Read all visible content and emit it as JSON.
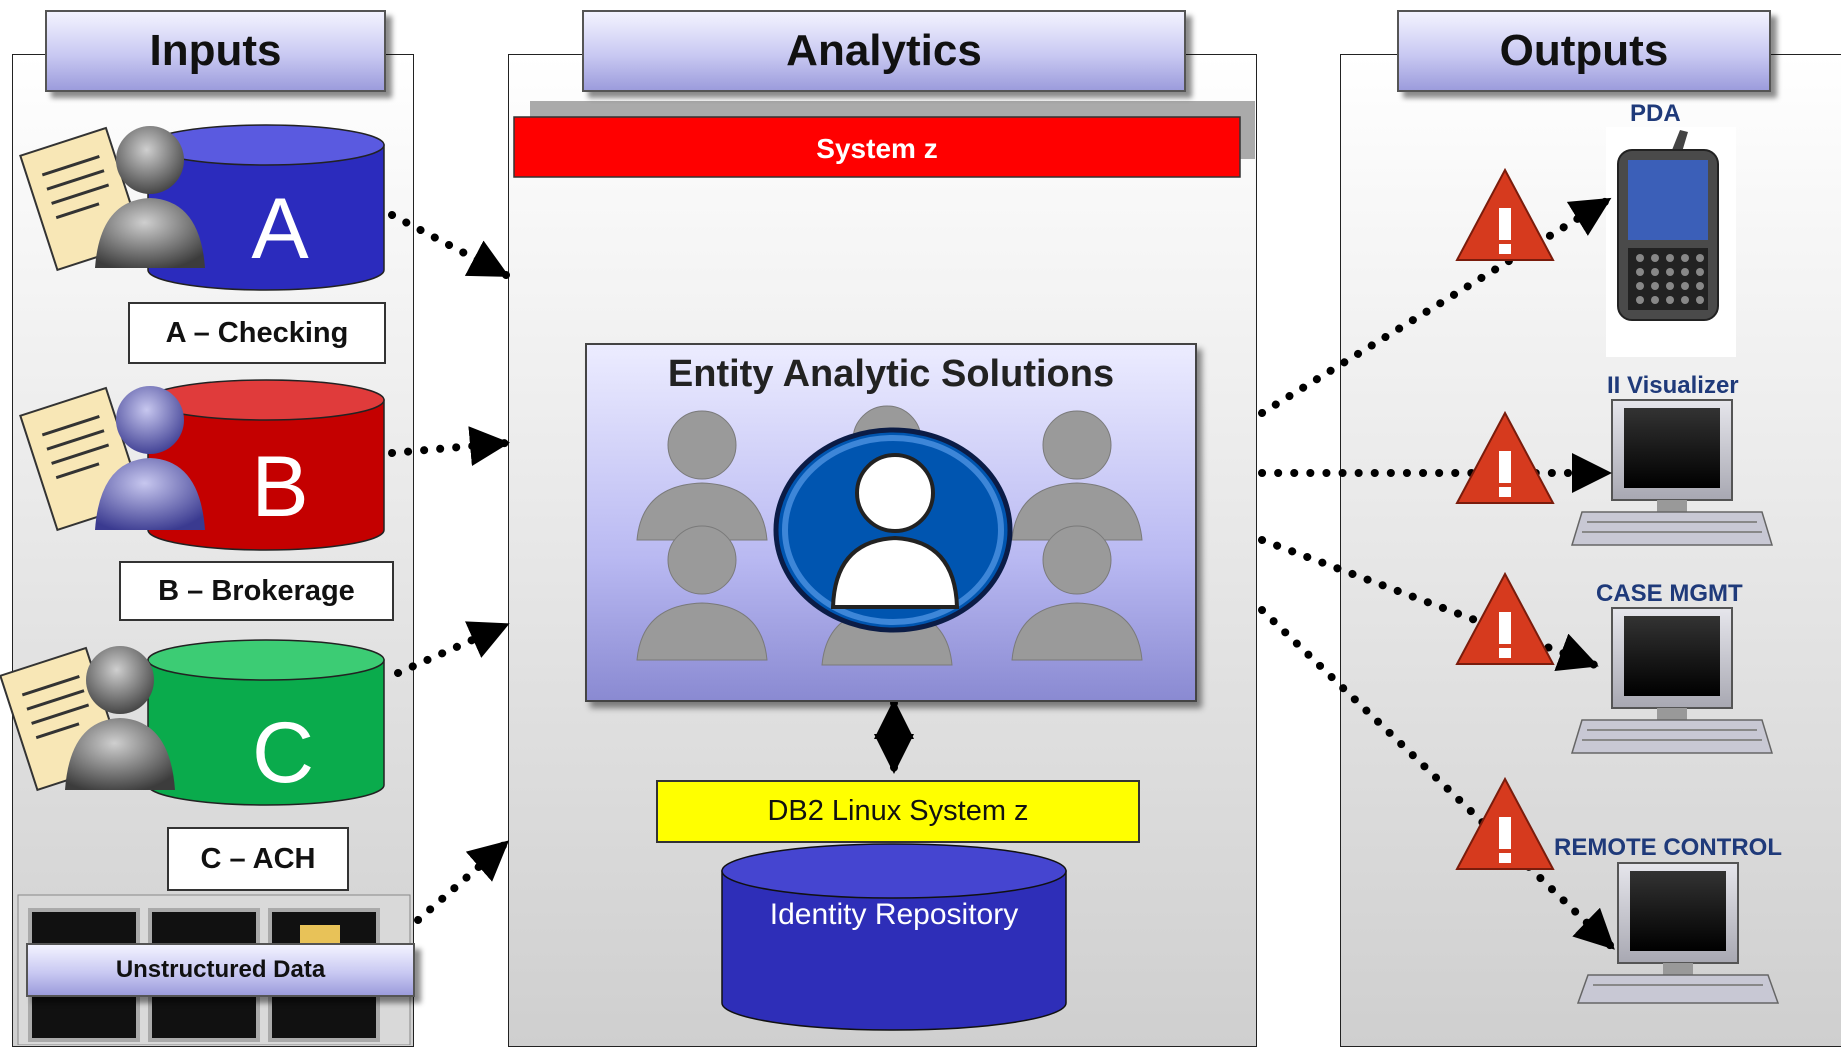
{
  "inputs": {
    "title": "Inputs",
    "sources": [
      {
        "letter": "A",
        "label": "A – Checking",
        "color": "#2b2bbd"
      },
      {
        "letter": "B",
        "label": "B – Brokerage",
        "color": "#c40000"
      },
      {
        "letter": "C",
        "label": "C – ACH",
        "color": "#0aab4c"
      }
    ],
    "unstructured_label": "Unstructured Data"
  },
  "analytics": {
    "title": "Analytics",
    "platform": "System z",
    "engine_title": "Entity Analytic Solutions",
    "db_label": "DB2 Linux System z",
    "repository": "Identity Repository"
  },
  "outputs": {
    "title": "Outputs",
    "items": [
      {
        "label": "PDA",
        "device": "pda-icon"
      },
      {
        "label": "II Visualizer",
        "device": "computer-icon"
      },
      {
        "label": "CASE MGMT",
        "device": "computer-icon"
      },
      {
        "label": "REMOTE CONTROL",
        "device": "computer-icon"
      }
    ]
  },
  "colors": {
    "platform_bar": "#ff0000",
    "db_bar": "#ffff00",
    "repository": "#2e2eb8",
    "warning": "#d63a1e"
  }
}
